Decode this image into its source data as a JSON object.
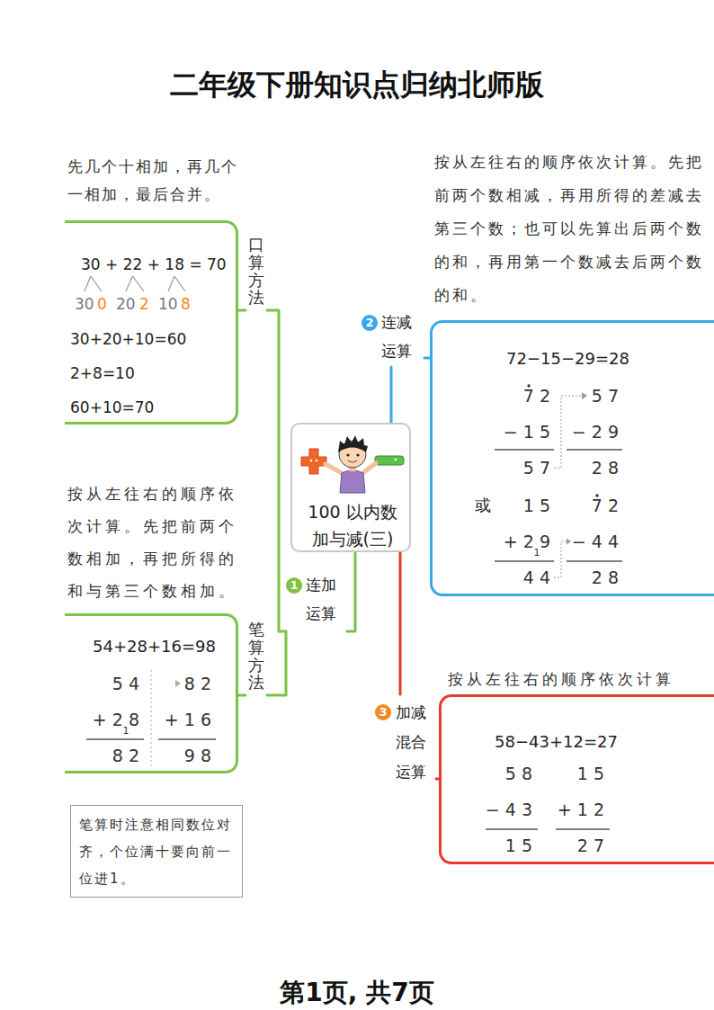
{
  "diagram": {
    "title": "二年级下册知识点归纳北师版",
    "caption": "第1页, 共7页",
    "nodes": [
      {
        "text": [
          "100 以内数 加与减(三)"
        ]
      },
      {
        "text": [
          "1",
          "连加 运算"
        ]
      },
      {
        "text": [
          "口算 方法"
        ]
      },
      {
        "text": [
          "先几个十相加，再几个一相加，最后合并。",
          "30 + 22 + 18 = 70",
          "30",
          "0",
          "20",
          "2",
          "10",
          "8",
          "30+20+10=60",
          "2+8=10",
          "60+10=70"
        ]
      },
      {
        "text": [
          "笔算 方法"
        ]
      },
      {
        "text": [
          "按从左往右的顺序依次计算。先把前两个数相加，再把所得的和与第三个数相加。",
          "54+28+16=98",
          "5 4",
          "+ 2 8",
          "1",
          "8 2",
          "8 2",
          "+ 1 6",
          "9 8"
        ]
      },
      {
        "text": [
          "笔算时注意相同数位对齐，个位满十要向前一位进1。"
        ]
      },
      {
        "text": [
          "2",
          "连减 运算"
        ]
      },
      {
        "text": [
          "按从左往右的顺序依次计算。先把前两个数相减，再用所得的差减去第三个数；也可以先算出后两个数的和，再用第一个数减去后两个数的和。",
          "72−15−29=28",
          "7 2",
          "− 1 5",
          "5 7",
          "5 7",
          "− 2 9",
          "2 8",
          "或",
          "1 5",
          "+ 2 9",
          "1",
          "4 4",
          "7 2",
          "− 4 4",
          "2 8"
        ]
      },
      {
        "text": [
          "3",
          "加减 混合 运算"
        ]
      },
      {
        "text": [
          "按从左往右的顺序依次计算",
          "58−43+12=27",
          "5 8",
          "− 4 3",
          "1 5",
          "1 5",
          "+ 1 2",
          "2 7"
        ]
      }
    ],
    "edges": [
      {
        "from": 0,
        "to": 1,
        "arrow": "none"
      },
      {
        "from": 1,
        "to": 2,
        "arrow": "none"
      },
      {
        "from": 2,
        "to": 3,
        "arrow": "none"
      },
      {
        "from": 1,
        "to": 4,
        "arrow": "none"
      },
      {
        "from": 4,
        "to": 5,
        "arrow": "none"
      },
      {
        "from": 0,
        "to": 7,
        "arrow": "none"
      },
      {
        "from": 7,
        "to": 8,
        "arrow": "none"
      },
      {
        "from": 0,
        "to": 9,
        "arrow": "none"
      },
      {
        "from": 9,
        "to": 10,
        "arrow": "none"
      }
    ]
  }
}
